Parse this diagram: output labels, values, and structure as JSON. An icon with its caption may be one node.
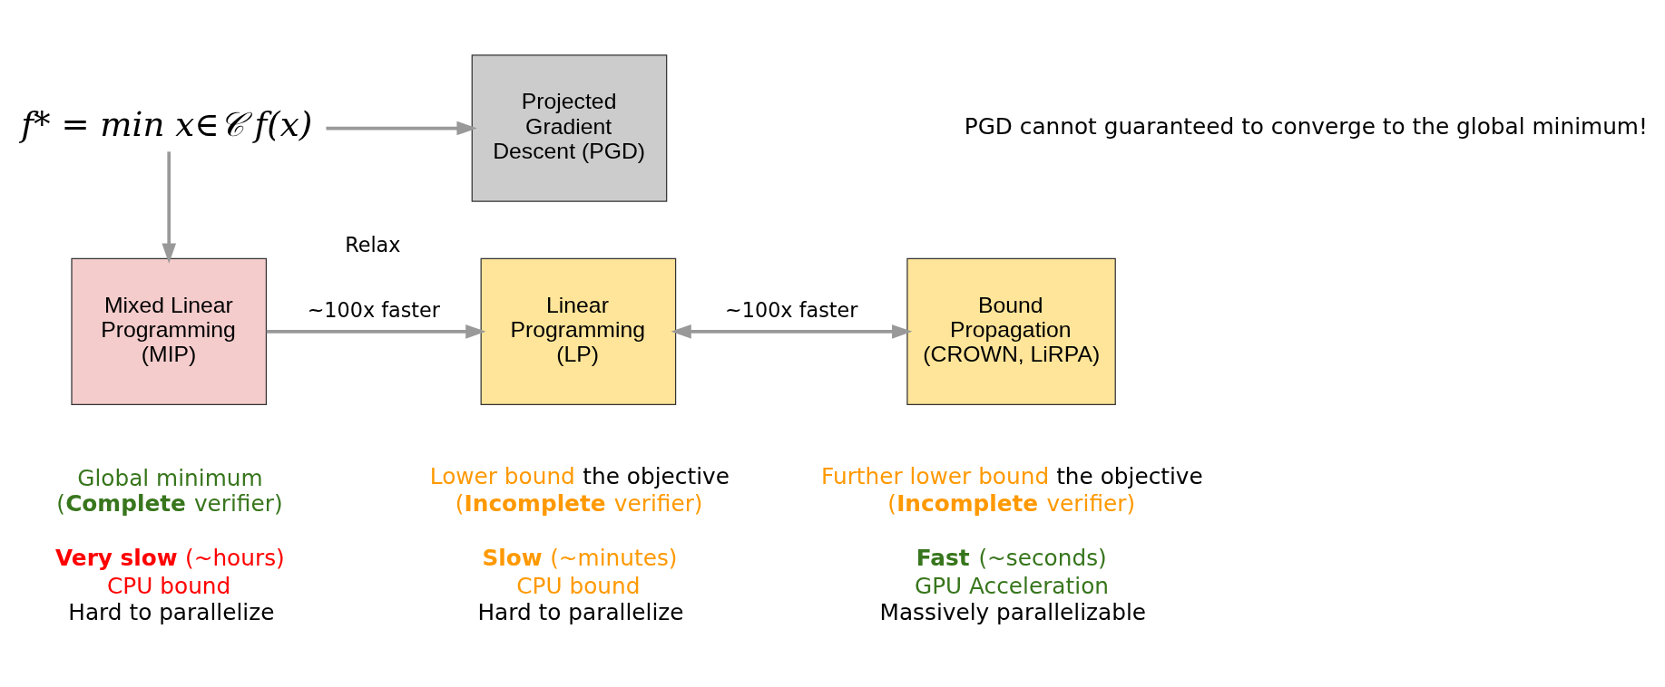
{
  "diagram": {
    "nodes": [
      {
        "text": [
          "f* = min x∈𝒞 f(x)"
        ]
      },
      {
        "text": [
          "Projected Gradient Descent (PGD)"
        ]
      },
      {
        "text": [
          "Mixed Linear Programming (MIP)"
        ],
        "beside": [
          "Global minimum",
          "(**Complete** verifier)",
          "**Very slow** (~hours)",
          "CPU bound",
          "Hard to parallelize"
        ]
      },
      {
        "text": [
          "Linear Programming (LP)"
        ],
        "beside": [
          "Lower bound",
          "the objective",
          "(**Incomplete** verifier)",
          "**Slow** (~minutes)",
          "CPU bound",
          "Hard to parallelize"
        ]
      },
      {
        "text": [
          "Bound Propagation (CROWN, LiRPA)"
        ],
        "beside": [
          "Further lower bound",
          "the objective",
          "(**Incomplete** verifier)",
          "**Fast** (~seconds)",
          "GPU Acceleration",
          "Massively parallelizable"
        ]
      }
    ],
    "edges": [
      {
        "from": 0,
        "to": 1,
        "arrow": "to"
      },
      {
        "from": 0,
        "to": 2,
        "arrow": "to"
      },
      {
        "from": 2,
        "to": 3,
        "arrow": "to",
        "label": "Relax"
      },
      {
        "from": 3,
        "to": 4,
        "arrow": "both",
        "label": "~100x faster"
      }
    ],
    "labels": [
      "PGD cannot guaranteed to converge to the global minimum!",
      "~100x faster"
    ]
  }
}
